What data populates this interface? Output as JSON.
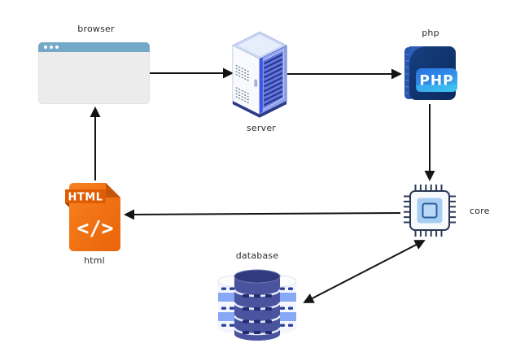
{
  "nodes": {
    "browser": {
      "label": "browser"
    },
    "server": {
      "label": "server"
    },
    "php": {
      "label": "php",
      "badge": "PHP"
    },
    "core": {
      "label": "core"
    },
    "html": {
      "label": "html",
      "badge": "HTML",
      "glyph": "</>"
    },
    "database": {
      "label": "database"
    }
  },
  "edges": [
    {
      "from": "browser",
      "to": "server",
      "style": "arrow"
    },
    {
      "from": "server",
      "to": "php",
      "style": "arrow"
    },
    {
      "from": "php",
      "to": "core",
      "style": "arrow"
    },
    {
      "from": "core",
      "to": "html",
      "style": "arrow"
    },
    {
      "from": "html",
      "to": "browser",
      "style": "arrow"
    },
    {
      "from": "core",
      "to": "database",
      "style": "double-arrow"
    }
  ],
  "colors": {
    "background": "#ffffff",
    "arrow": "#141414",
    "label_text": "#2b2b2b",
    "browser_bar": "#74aac8",
    "browser_body": "#ececec",
    "server_side_blue": "#6276de",
    "server_slat_navy": "#1d2d7e",
    "php_navy": "#123672",
    "php_badge_blue": "#2b72e0",
    "php_badge_cyan": "#3fc6f2",
    "html_orange": "#f0720f",
    "html_band_orange": "#e05c03",
    "core_border": "#2c3a55",
    "core_inner_blue": "#a7cdf2",
    "db_dark_indigo": "#4a549e",
    "db_light_band": "#87a9f5"
  }
}
